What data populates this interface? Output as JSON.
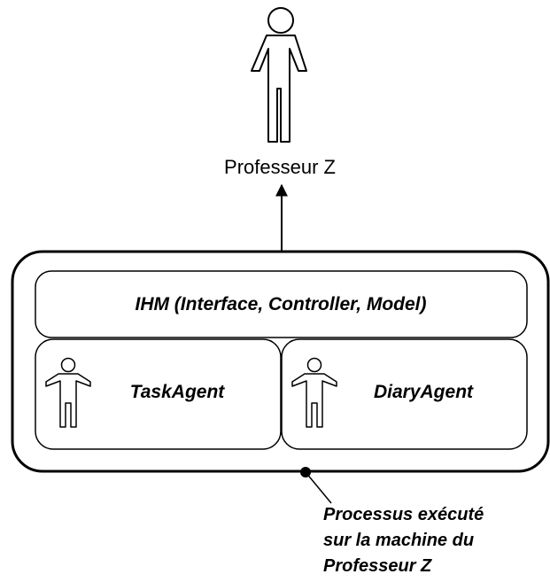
{
  "actor": {
    "name": "Professeur Z"
  },
  "process_box": {
    "ihm_label": "IHM (Interface, Controller, Model)",
    "agents": [
      {
        "name": "TaskAgent"
      },
      {
        "name": "DiaryAgent"
      }
    ]
  },
  "annotation": {
    "lines": [
      "Processus exécuté",
      "sur la machine du",
      "Professeur Z"
    ]
  },
  "colors": {
    "stroke": "#000000",
    "fill": "#ffffff"
  },
  "icons": {
    "actor": "stick-figure-outline-icon",
    "agent": "stick-figure-outline-icon"
  }
}
